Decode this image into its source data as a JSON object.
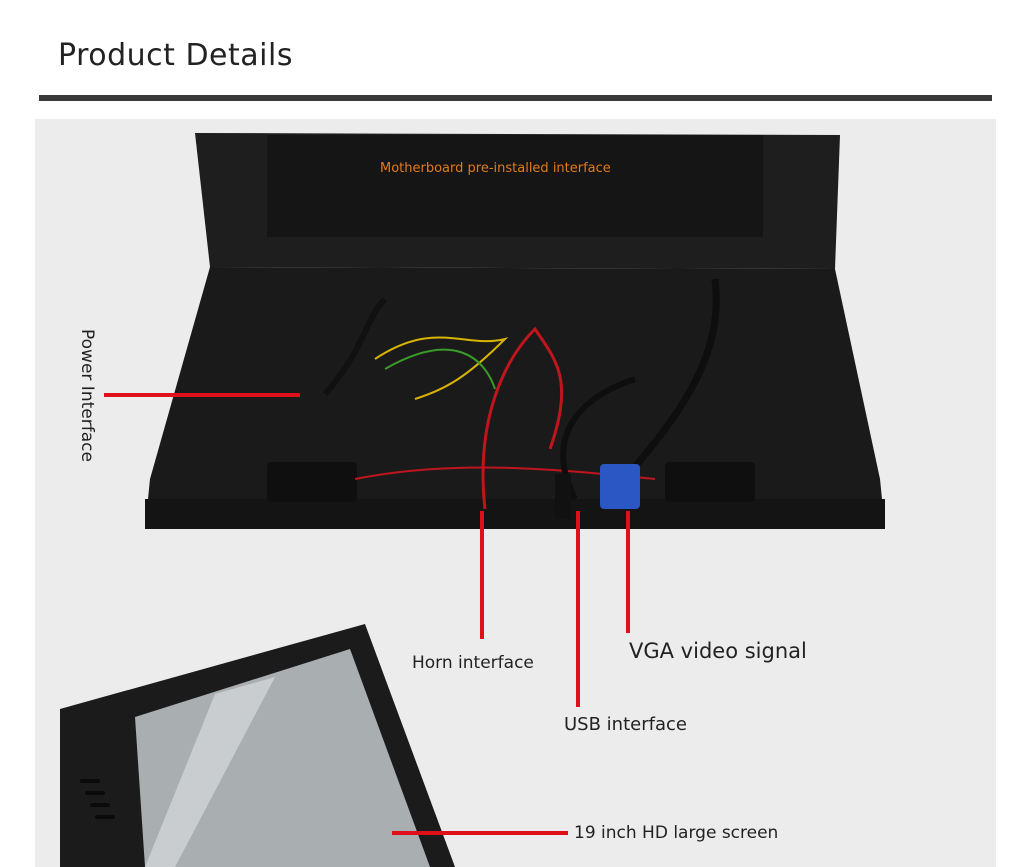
{
  "header": {
    "title": "Product Details"
  },
  "photo": {
    "panel_caption": "Motherboard pre-installed interface",
    "labels": {
      "power": "Power Interface",
      "horn": "Horn interface",
      "usb": "USB interface",
      "vga": "VGA video signal",
      "screen": "19 inch HD large screen"
    }
  },
  "colors": {
    "callout": "#e0101a",
    "caption": "#e07b1a",
    "chassis": "#1c1c1c"
  }
}
